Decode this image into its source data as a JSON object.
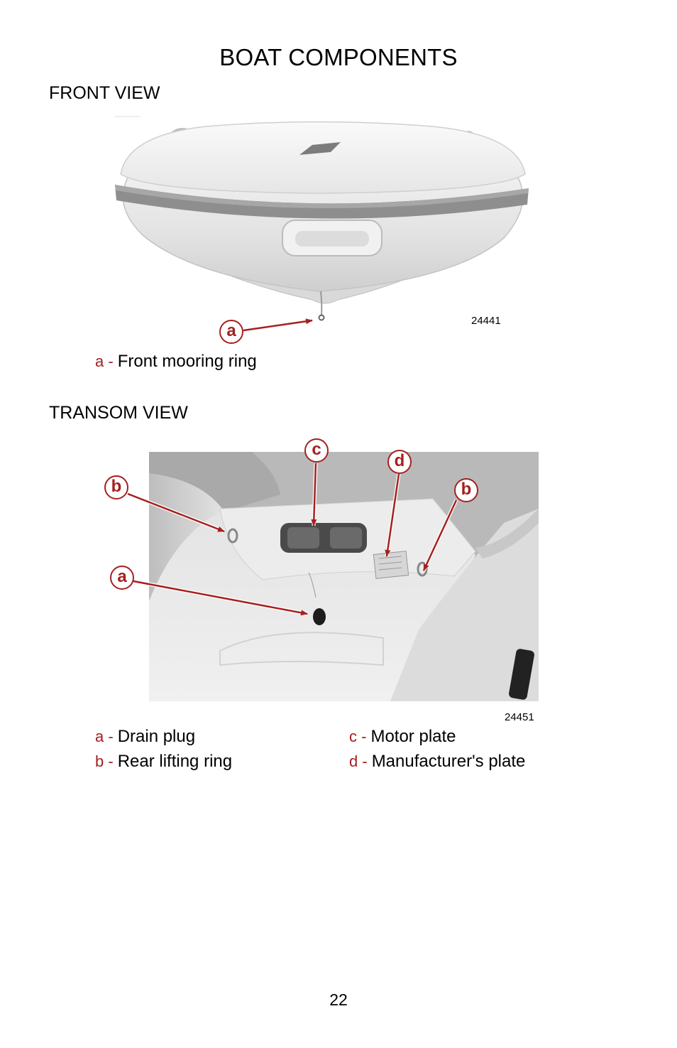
{
  "page": {
    "title": "BOAT COMPONENTS",
    "page_number": "22"
  },
  "front_view": {
    "heading": "FRONT VIEW",
    "figure_number": "24441",
    "callouts": [
      "a"
    ],
    "legend": [
      {
        "key": "a -",
        "label": "Front mooring ring"
      }
    ]
  },
  "transom_view": {
    "heading": "TRANSOM VIEW",
    "figure_number": "24451",
    "callouts": [
      "b",
      "a",
      "c",
      "d",
      "b"
    ],
    "legend_left": [
      {
        "key": "a -",
        "label": "Drain plug"
      },
      {
        "key": "b -",
        "label": "Rear lifting ring"
      }
    ],
    "legend_right": [
      {
        "key": "c -",
        "label": "Motor plate"
      },
      {
        "key": "d -",
        "label": "Manufacturer's plate"
      }
    ]
  },
  "colors": {
    "callout_red": "#a5201f"
  }
}
